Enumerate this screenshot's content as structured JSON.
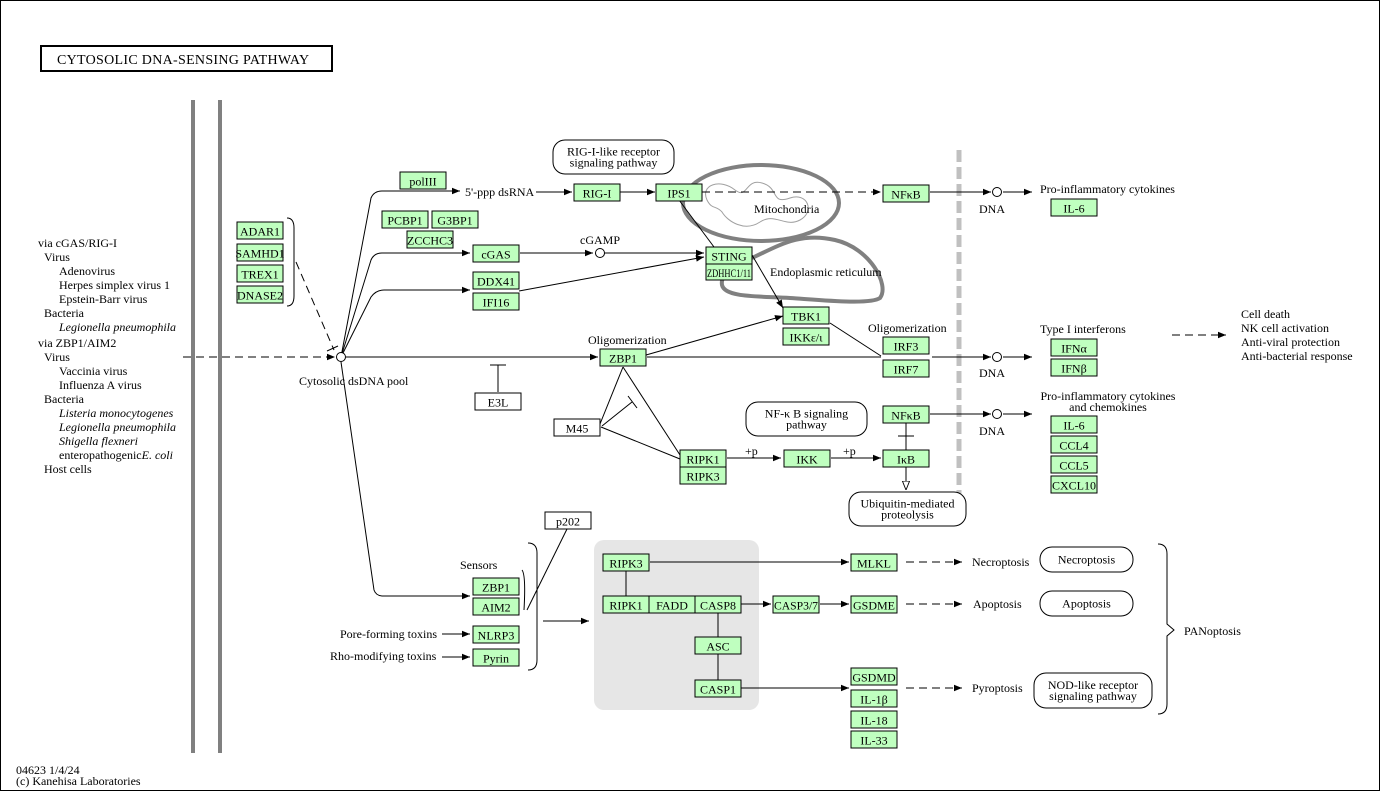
{
  "title": "CYTOSOLIC  DNA-SENSING  PATHWAY",
  "footer": {
    "map_id_date": "04623 1/4/24",
    "copyright": "(c) Kanehisa Laboratories"
  },
  "colors": {
    "gene_fill": "#bfffbf",
    "compartment_gray": "#808080",
    "membrane_dash": "#c0c0c0",
    "complex_bg": "#e6e6e6"
  },
  "pathogens": {
    "groups": [
      {
        "heading": "via cGAS/RIG-I",
        "items": [
          {
            "text": "Virus",
            "level": 1
          },
          {
            "text": "Adenovirus",
            "level": 2
          },
          {
            "text": "Herpes simplex virus 1",
            "level": 2
          },
          {
            "text": "Epstein-Barr virus",
            "level": 2
          },
          {
            "text": "Bacteria",
            "level": 1
          },
          {
            "text": "Legionella pneumophila",
            "level": 2,
            "italic": true
          }
        ]
      },
      {
        "heading": "via ZBP1/AIM2",
        "items": [
          {
            "text": "Virus",
            "level": 1
          },
          {
            "text": "Vaccinia virus",
            "level": 2
          },
          {
            "text": "Influenza A virus",
            "level": 2
          },
          {
            "text": "Bacteria",
            "level": 1
          },
          {
            "text": "Listeria monocytogenes",
            "level": 2,
            "italic": true
          },
          {
            "text": "Legionella pneumophila",
            "level": 2,
            "italic": true
          },
          {
            "text": "Shigella flexneri",
            "level": 2,
            "italic": true
          },
          {
            "text": "enteropathogenic",
            "level": 2,
            "suffix_italic": "E. coli"
          },
          {
            "text": "Host cells",
            "level": 1
          }
        ]
      }
    ]
  },
  "genes": {
    "adar1": "ADAR1",
    "samhd1": "SAMHD1",
    "trex1": "TREX1",
    "dnase2": "DNASE2",
    "poliii": "polIII",
    "pcbp1": "PCBP1",
    "g3bp1": "G3BP1",
    "zcchc3": "ZCCHC3",
    "cgas": "cGAS",
    "ddx41": "DDX41",
    "ifi16": "IFI16",
    "rigi": "RIG-I",
    "ips1": "IPS1",
    "sting": "STING",
    "zdhhc1_11": "ZDHHC1/11",
    "tbk1": "TBK1",
    "ikke": "IKKε/ι",
    "zbp1": "ZBP1",
    "irf3": "IRF3",
    "irf7": "IRF7",
    "nfkb_top": "NFκB",
    "nfkb_mid": "NFκB",
    "ripk1": "RIPK1",
    "ripk3": "RIPK3",
    "ikk": "IKK",
    "ikb": "IκB",
    "il6_a": "IL-6",
    "ifna": "IFNα",
    "ifnb": "IFNβ",
    "il6_b": "IL-6",
    "ccl4": "CCL4",
    "ccl5": "CCL5",
    "cxcl10": "CXCL10",
    "zbp1_sensor": "ZBP1",
    "aim2": "AIM2",
    "nlrp3": "NLRP3",
    "pyrin": "Pyrin",
    "ripk3_c": "RIPK3",
    "ripk1_c": "RIPK1",
    "fadd": "FADD",
    "casp8": "CASP8",
    "asc": "ASC",
    "casp1": "CASP1",
    "casp3_7": "CASP3/7",
    "mlkl": "MLKL",
    "gsdme": "GSDME",
    "gsdmd": "GSDMD",
    "il1b": "IL-1β",
    "il18": "IL-18",
    "il33": "IL-33"
  },
  "compounds": {
    "e3l": "E3L",
    "m45": "M45",
    "p202": "p202"
  },
  "maps": {
    "rig_like": [
      "RIG-I-like receptor",
      "signaling pathway"
    ],
    "nfkb": [
      "NF-κ B signaling",
      "pathway"
    ],
    "ubiquitin": [
      "Ubiquitin-mediated",
      "proteolysis"
    ],
    "necroptosis": [
      "Necroptosis"
    ],
    "apoptosis": [
      "Apoptosis"
    ],
    "nod_like": [
      "NOD-like receptor",
      "signaling pathway"
    ]
  },
  "labels": {
    "ppp_dsrna": "5'-ppp dsRNA",
    "cgamp": "cGAMP",
    "mitochondria": "Mitochondria",
    "er": "Endoplasmic reticulum",
    "oligo1": "Oligomerization",
    "oligo2": "Oligomerization",
    "dsdna_pool": "Cytosolic dsDNA pool",
    "dna1": "DNA",
    "dna2": "DNA",
    "dna3": "DNA",
    "proinf": "Pro-inflammatory cytokines",
    "type1ifn": "Type I interferons",
    "proinf_chemo_1": "Pro-inflammatory cytokines",
    "proinf_chemo_2": "and chemokines",
    "outcomes": [
      "Cell death",
      "NK cell activation",
      "Anti-viral protection",
      "Anti-bacterial response"
    ],
    "plus_p1": "+p",
    "plus_p2": "+p",
    "sensors": "Sensors",
    "pore_toxins": "Pore-forming toxins",
    "rho_toxins": "Rho-modifying toxins",
    "necroptosis": "Necroptosis",
    "apoptosis": "Apoptosis",
    "pyroptosis": "Pyroptosis",
    "panoptosis": "PANoptosis"
  }
}
